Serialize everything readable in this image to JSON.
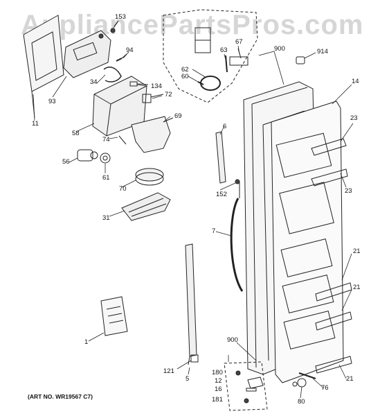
{
  "watermark": "AppliancePartsPros.com",
  "art_number": "(ART NO. WR19567 C7)",
  "labels": {
    "p153": "153",
    "p94": "94",
    "p93": "93",
    "p11": "11",
    "p34": "34",
    "p134": "134",
    "p72": "72",
    "p58": "58",
    "p69": "69",
    "p74": "74",
    "p56": "56",
    "p61": "61",
    "p70": "70",
    "p31": "31",
    "p1": "1",
    "p121": "121",
    "p5": "5",
    "p62": "62",
    "p60": "60",
    "p63": "63",
    "p67": "67",
    "p900a": "900",
    "p914": "914",
    "p14": "14",
    "p23a": "23",
    "p23b": "23",
    "p6": "6",
    "p152": "152",
    "p7": "7",
    "p21a": "21",
    "p21b": "21",
    "p21c": "21",
    "p900b": "900",
    "p180": "180",
    "p12": "12",
    "p16": "16",
    "p181": "181",
    "p76": "76",
    "p80": "80"
  }
}
